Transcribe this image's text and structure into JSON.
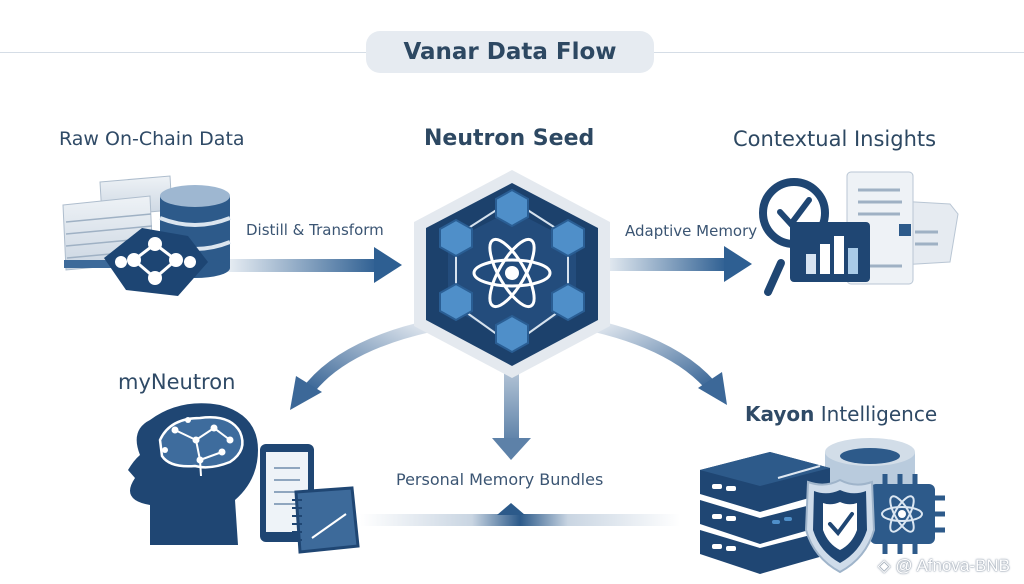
{
  "title": "Vanar Data Flow",
  "nodes": {
    "raw_data": {
      "label": "Raw On-Chain Data",
      "icon": "database-stack-icon"
    },
    "neutron_seed": {
      "label": "Neutron Seed",
      "icon": "atom-hexagon-icon"
    },
    "contextual_insights": {
      "label": "Contextual Insights",
      "icon": "magnifier-chart-document-icon"
    },
    "my_neutron": {
      "label": "myNeutron",
      "icon": "brain-head-notebook-icon"
    },
    "kayon": {
      "label_bold": "Kayon",
      "label_rest": " Intelligence",
      "icon": "server-shield-chip-icon"
    }
  },
  "edges": {
    "distill": {
      "label": "Distill & Transform",
      "from": "raw_data",
      "to": "neutron_seed"
    },
    "adaptive": {
      "label": "Adaptive Memory",
      "from": "neutron_seed",
      "to": "contextual_insights"
    },
    "to_my_neutron": {
      "label": "",
      "from": "neutron_seed",
      "to": "my_neutron"
    },
    "to_kayon": {
      "label": "",
      "from": "neutron_seed",
      "to": "kayon"
    },
    "bundles": {
      "label": "Personal Memory Bundles",
      "from": "neutron_seed",
      "to": "my_neutron / kayon"
    }
  },
  "colors": {
    "navy": "#1f4673",
    "dark_navy": "#183a5f",
    "mid_blue": "#3d6a9a",
    "light_blue": "#4f8fc9",
    "pale": "#dfe6ee",
    "text": "#2d4862"
  },
  "watermark": "@ Afnova-BNB"
}
